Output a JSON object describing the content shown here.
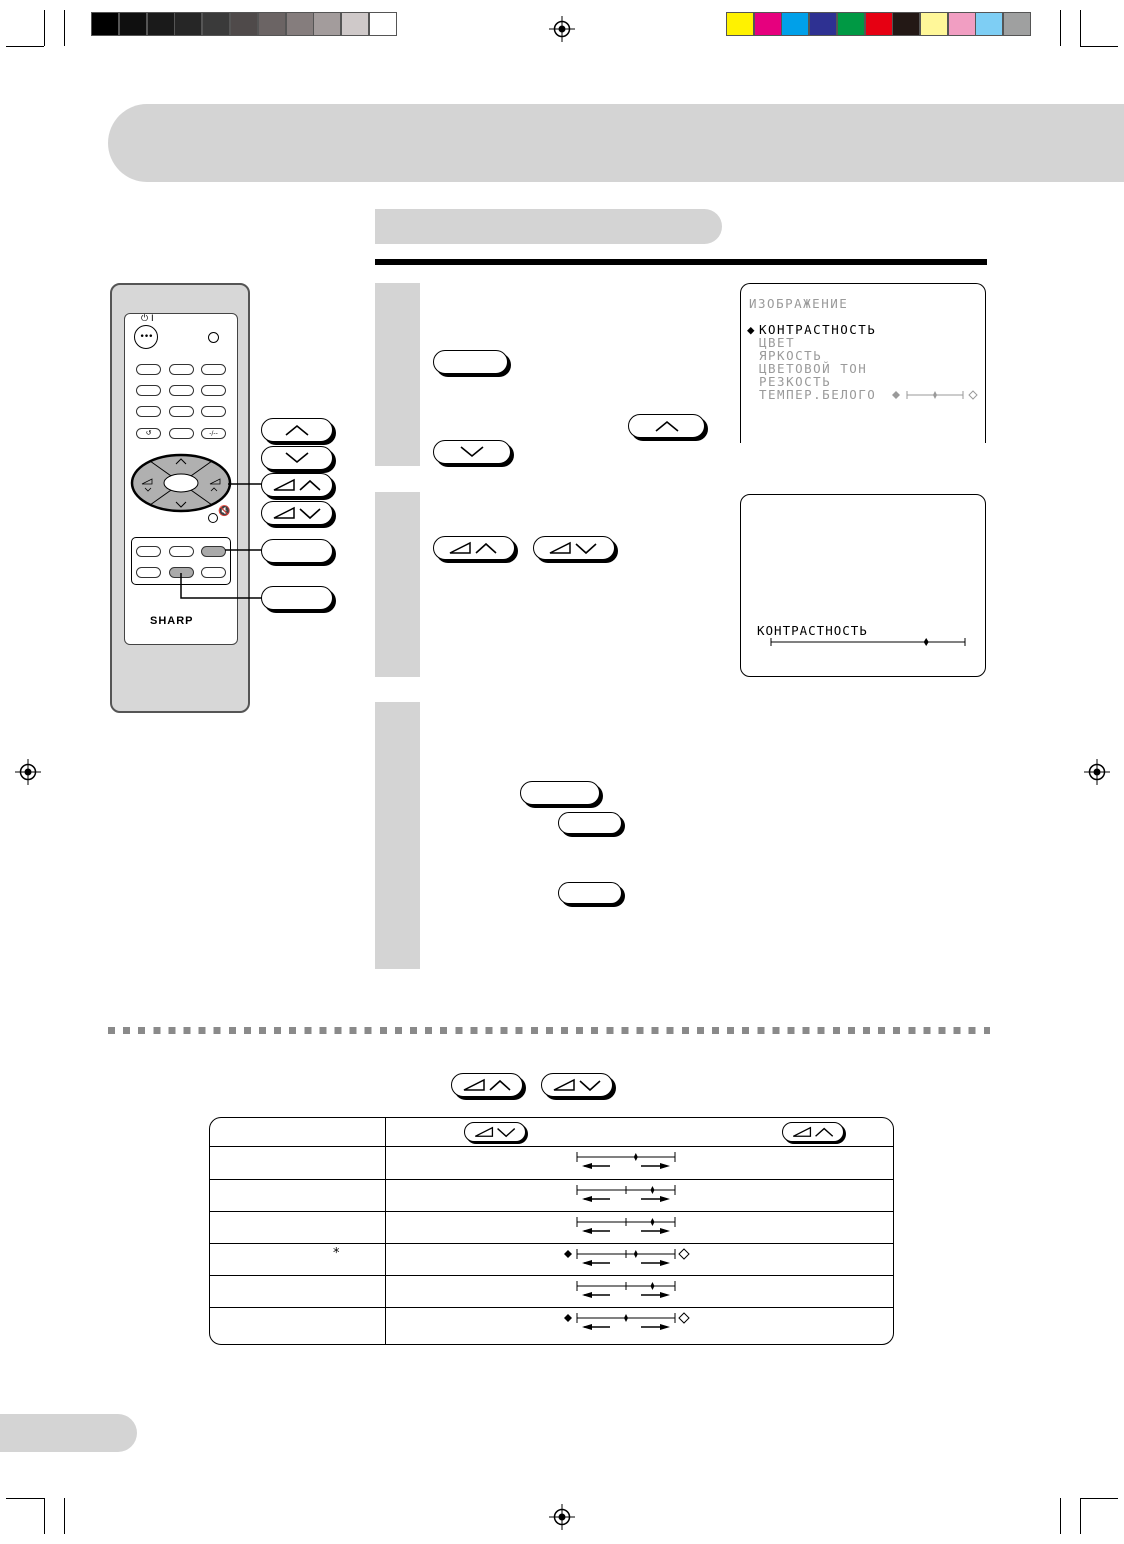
{
  "osd_menu": {
    "title": "ИЗОБРАЖЕНИЕ",
    "items": [
      {
        "label": "КОНТРАСТНОСТЬ",
        "selected": true
      },
      {
        "label": "ЦВЕТ",
        "selected": false
      },
      {
        "label": "ЯРКОСТЬ",
        "selected": false
      },
      {
        "label": "ЦВЕТОВОЙ  ТОН",
        "selected": false
      },
      {
        "label": "РЕЗКОСТЬ",
        "selected": false
      },
      {
        "label": "ТЕМПЕР.БЕЛОГО",
        "selected": false
      }
    ],
    "selector_glyph": "◆"
  },
  "osd_adjust": {
    "label": "КОНТРАСТНОСТЬ",
    "level": 0.8
  },
  "remote": {
    "brand": "SHARP",
    "power_symbol": "⏻ I"
  },
  "table": {
    "footnote_marker": "*",
    "rows": [
      {
        "level": 0.6,
        "center_tick": false,
        "end_diamonds": false
      },
      {
        "level": 0.77,
        "center_tick": true,
        "end_diamonds": false
      },
      {
        "level": 0.77,
        "center_tick": true,
        "end_diamonds": false
      },
      {
        "level": 0.6,
        "center_tick": true,
        "end_diamonds": true
      },
      {
        "level": 0.77,
        "center_tick": true,
        "end_diamonds": false
      },
      {
        "level": 0.5,
        "center_tick": false,
        "end_diamonds": true
      }
    ]
  },
  "colors": {
    "panel_grey": "#d4d4d4",
    "text_grey": "#9a9a9a",
    "color_bar": [
      "#fff200",
      "#e6007e",
      "#00a0e9",
      "#2e3192",
      "#009944",
      "#e60012",
      "#231815",
      "#fff799",
      "#f19ec2",
      "#7ecef4",
      "#9fa0a0"
    ],
    "grey_bar": [
      "#000000",
      "#0f0f0f",
      "#1a1a1a",
      "#262626",
      "#3a3a3a",
      "#4f4a4a",
      "#6b6464",
      "#857d7d",
      "#a39c9c",
      "#cfc9c9",
      "#ffffff"
    ]
  }
}
